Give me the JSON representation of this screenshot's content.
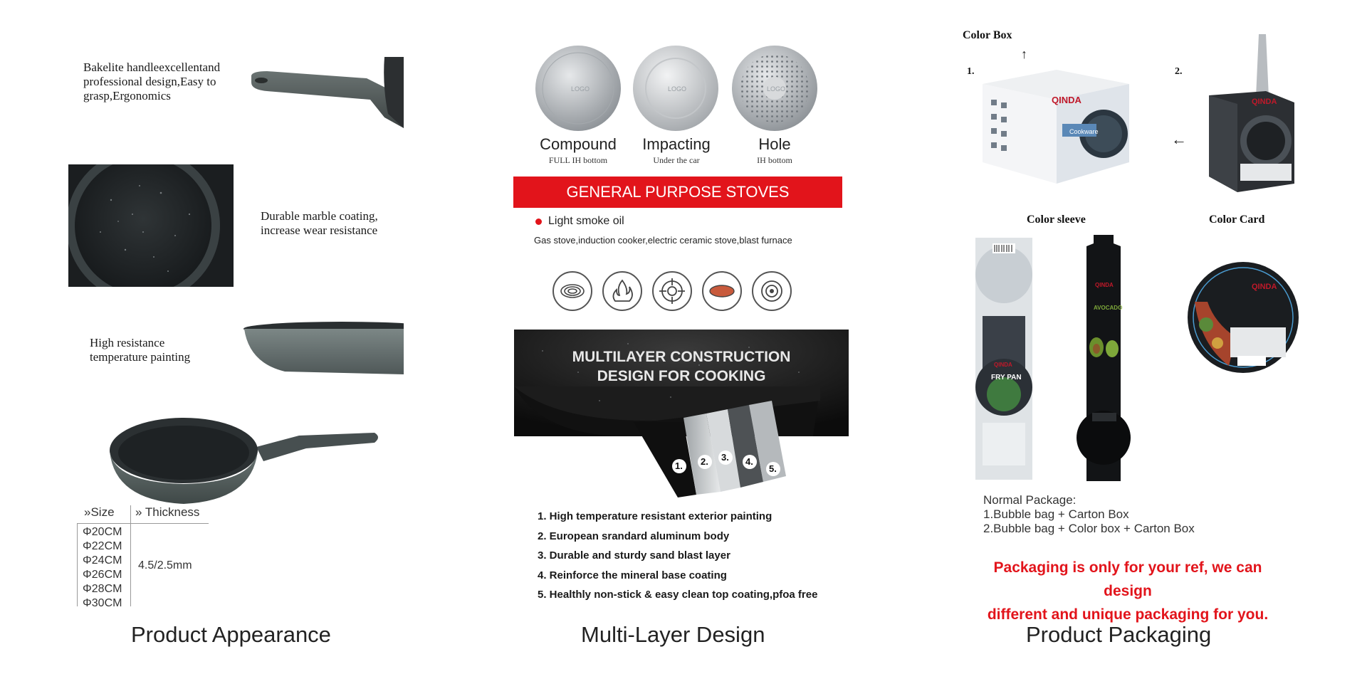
{
  "appearance": {
    "feature_handle": "Bakelite handleexcellentand professional design,Easy to grasp,Ergonomics",
    "feature_coating": "Durable marble coating, increase wear resistance",
    "feature_painting": "High resistance temperature painting",
    "table": {
      "size_header": "»Size",
      "thickness_header": "» Thickness",
      "sizes": [
        "Φ20CM",
        "Φ22CM",
        "Φ24CM",
        "Φ26CM",
        "Φ28CM",
        "Φ30CM"
      ],
      "thickness": "4.5/2.5mm"
    },
    "caption": "Product Appearance"
  },
  "multilayer": {
    "bottoms": [
      {
        "name": "Compound",
        "sub": "FULL IH bottom",
        "logo": "LOGO"
      },
      {
        "name": "Impacting",
        "sub": "Under the car",
        "logo": "LOGO"
      },
      {
        "name": "Hole",
        "sub": "IH bottom",
        "logo": "LOGO"
      }
    ],
    "banner": "GENERAL PURPOSE STOVES",
    "light_smoke": "Light smoke oil",
    "stove_types": "Gas stove,induction cooker,electric ceramic stove,blast furnace",
    "stove_icons": [
      "coil-stove-icon",
      "flame-icon",
      "gas-burner-icon",
      "ceramic-plate-icon",
      "induction-icon"
    ],
    "construction_title_1": "MULTILAYER CONSTRUCTION",
    "construction_title_2": "DESIGN FOR COOKING",
    "layer_numbers": [
      "1.",
      "2.",
      "3.",
      "4.",
      "5."
    ],
    "layers": [
      "1. High temperature resistant exterior painting",
      "2. European srandard aluminum body",
      "3. Durable and sturdy sand blast layer",
      "4. Reinforce the mineral base coating",
      "5. Healthly non-stick & easy clean top coating,pfoa free"
    ],
    "caption": "Multi-Layer Design"
  },
  "packaging": {
    "color_box": "Color Box",
    "num_1": "1.",
    "num_2": "2.",
    "brand": "QINDA",
    "color_sleeve": "Color sleeve",
    "color_card": "Color Card",
    "sleeve_words": [
      "FRY PAN",
      "AVOCADO"
    ],
    "normal_package": "Normal Package:",
    "option_1": "1.Bubble bag + Carton Box",
    "option_2": "2.Bubble bag + Color box + Carton Box",
    "note_line_1": "Packaging is only for your ref, we can design",
    "note_line_2": "different and unique packaging for you.",
    "caption": "Product Packaging"
  }
}
